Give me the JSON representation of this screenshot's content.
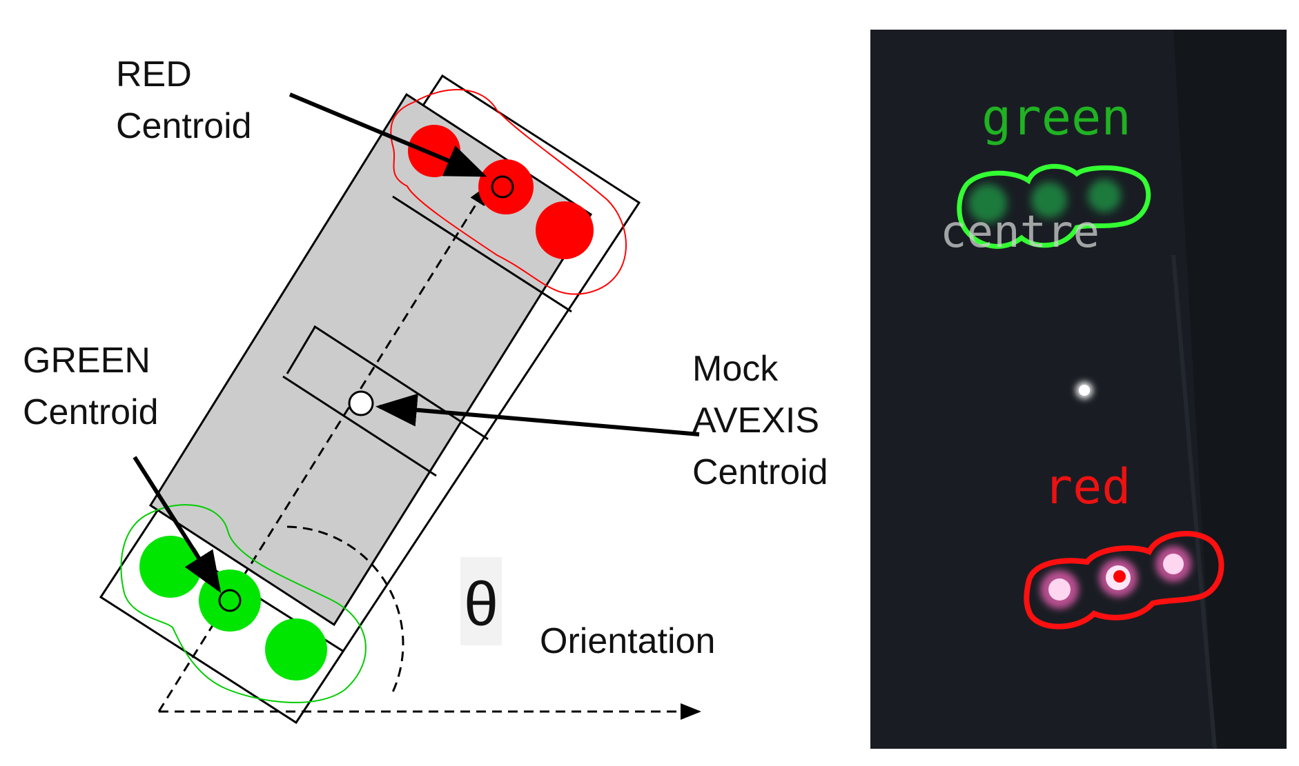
{
  "diagram": {
    "labels": {
      "red_line1": "RED",
      "red_line2": "Centroid",
      "green_line1": "GREEN",
      "green_line2": "Centroid",
      "mock_line1": "Mock",
      "mock_line2": "AVEXIS",
      "mock_line3": "Centroid",
      "theta": "θ",
      "orientation": "Orientation"
    },
    "colors": {
      "red_marker": "#ff0000",
      "green_marker": "#00e600",
      "body_fill": "#cccccc",
      "outline": "#000000"
    }
  },
  "camera": {
    "labels": {
      "green": "green",
      "centre": "centre",
      "red": "red"
    },
    "colors": {
      "background": "#13161b",
      "green_contour": "#33ff33",
      "red_contour": "#ff1010",
      "centre_text": "#d0d0d0"
    }
  }
}
